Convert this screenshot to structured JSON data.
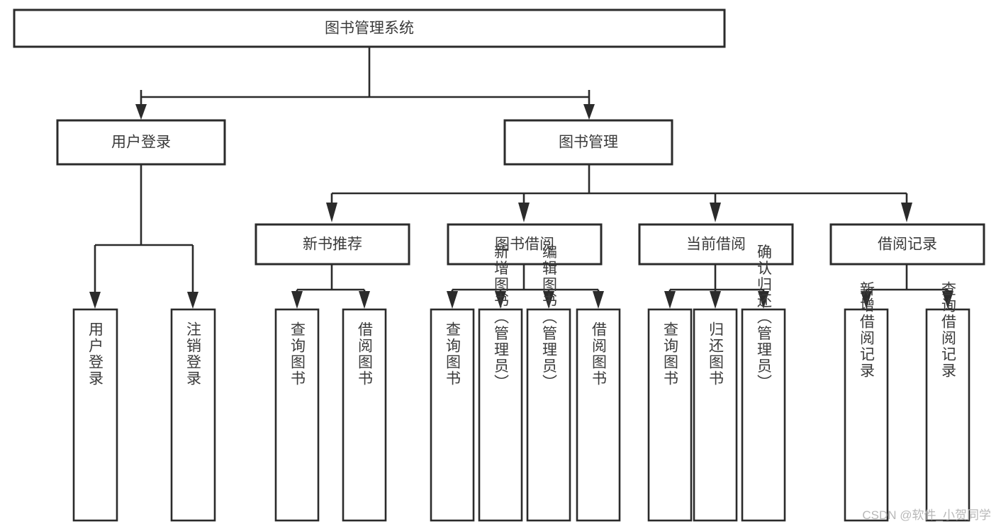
{
  "diagram": {
    "title": "图书管理系统",
    "type": "tree-hierarchy-chart",
    "root": {
      "label": "图书管理系统"
    },
    "level2": [
      {
        "label": "用户登录"
      },
      {
        "label": "图书管理"
      }
    ],
    "level3": [
      {
        "label": "新书推荐"
      },
      {
        "label": "图书借阅"
      },
      {
        "label": "当前借阅"
      },
      {
        "label": "借阅记录"
      }
    ],
    "leaves": {
      "user_login": [
        {
          "label": "用户登录"
        },
        {
          "label": "注销登录"
        }
      ],
      "new_book_recommend": [
        {
          "label": "查询图书"
        },
        {
          "label": "借阅图书"
        }
      ],
      "book_borrow": [
        {
          "label": "查询图书"
        },
        {
          "label": "新增图书（管理员）"
        },
        {
          "label": "编辑图书（管理员）"
        },
        {
          "label": "借阅图书"
        }
      ],
      "current_borrow": [
        {
          "label": "查询图书"
        },
        {
          "label": "归还图书"
        },
        {
          "label": "确认归还（管理员）"
        }
      ],
      "borrow_record": [
        {
          "label": "新增借阅记录"
        },
        {
          "label": "查询借阅记录"
        }
      ]
    },
    "watermark": "CSDN @软件_小贺同学",
    "colors": {
      "stroke": "#2b2b2b",
      "fill": "#ffffff",
      "text": "#3a3a3a",
      "watermark": "#b8b8b8"
    }
  }
}
